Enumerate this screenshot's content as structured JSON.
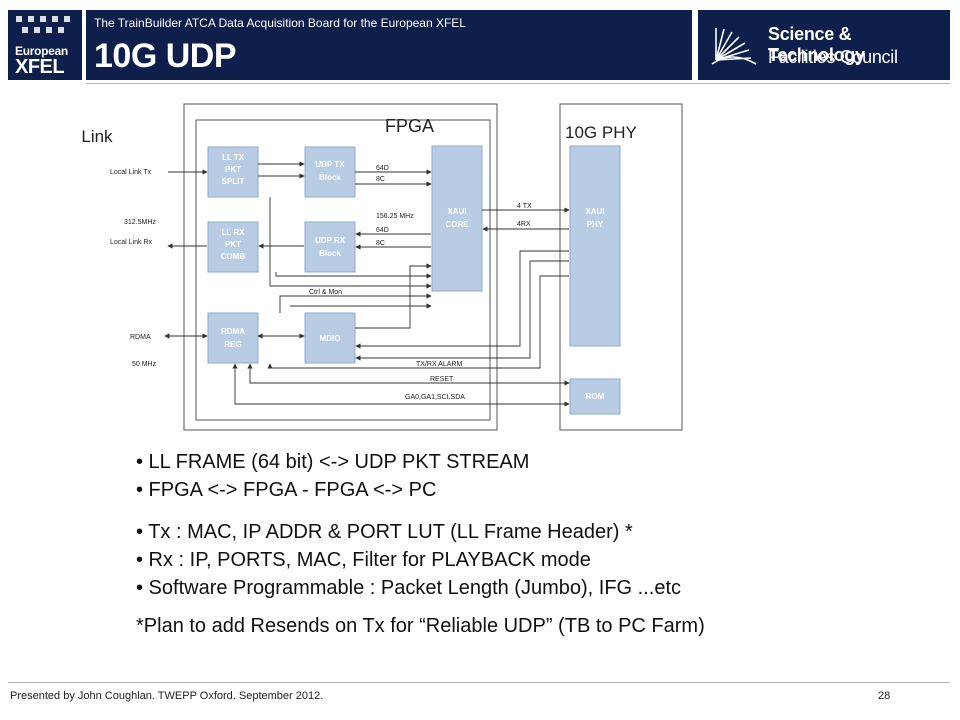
{
  "header": {
    "xfel_logo": {
      "word1": "European",
      "word2": "XFEL"
    },
    "subtitle": "The TrainBuilder  ATCA Data Acquisition Board for the European XFEL",
    "title": "10G UDP",
    "stfc_logo": {
      "line1": "Science & Technology",
      "line2": "Facilities Council"
    }
  },
  "diagram": {
    "labels": {
      "local_link": "Local Link",
      "fpga": "FPGA",
      "phy": "10G PHY",
      "local_link_tx": "Local Link Tx",
      "freq_312": "312.5MHz",
      "local_link_rx": "Local Link Rx",
      "rdma": "RDMA",
      "freq_50": "50 MHz",
      "tx_64d": "64D",
      "tx_8c": "8C",
      "freq_156": "156.25 MHz",
      "rx_64d": "64D",
      "rx_8c": "8C",
      "tx4": "4 TX",
      "rx4": "4RX",
      "ctrl_mon": "Ctrl & Mon",
      "txrx_alarm": "TX/RX ALARM",
      "reset": "RESET",
      "ga": "GA0,GA1,SCLSDA"
    },
    "blocks": {
      "ll_tx": [
        "LL TX",
        "PKT",
        "SPLIT"
      ],
      "udp_tx": [
        "UDP TX",
        "Block"
      ],
      "ll_rx": [
        "LL RX",
        "PKT",
        "COMB"
      ],
      "udp_rx": [
        "UDP RX",
        "Block"
      ],
      "rdma_reg": [
        "RDMA",
        "REG"
      ],
      "mdio": [
        "MDIO"
      ],
      "xaui_core": [
        "XAUI",
        "CORE"
      ],
      "xaui_phy": [
        "XAUI",
        "PHY"
      ],
      "rom": [
        "ROM"
      ]
    }
  },
  "bullets": [
    "• LL FRAME (64 bit) <-> UDP PKT STREAM",
    "• FPGA <-> FPGA - FPGA <-> PC",
    "• Tx  : MAC, IP ADDR & PORT LUT  (LL Frame Header)   *",
    "• Rx  : IP, PORTS, MAC, Filter  for PLAYBACK mode",
    "• Software Programmable : Packet Length (Jumbo), IFG ...etc"
  ],
  "plan_note": "*Plan to add Resends on Tx for “Reliable UDP” (TB to PC Farm)",
  "footer": {
    "presenter": "Presented by John Coughlan. TWEPP Oxford. September  2012.",
    "page_number": "28"
  }
}
